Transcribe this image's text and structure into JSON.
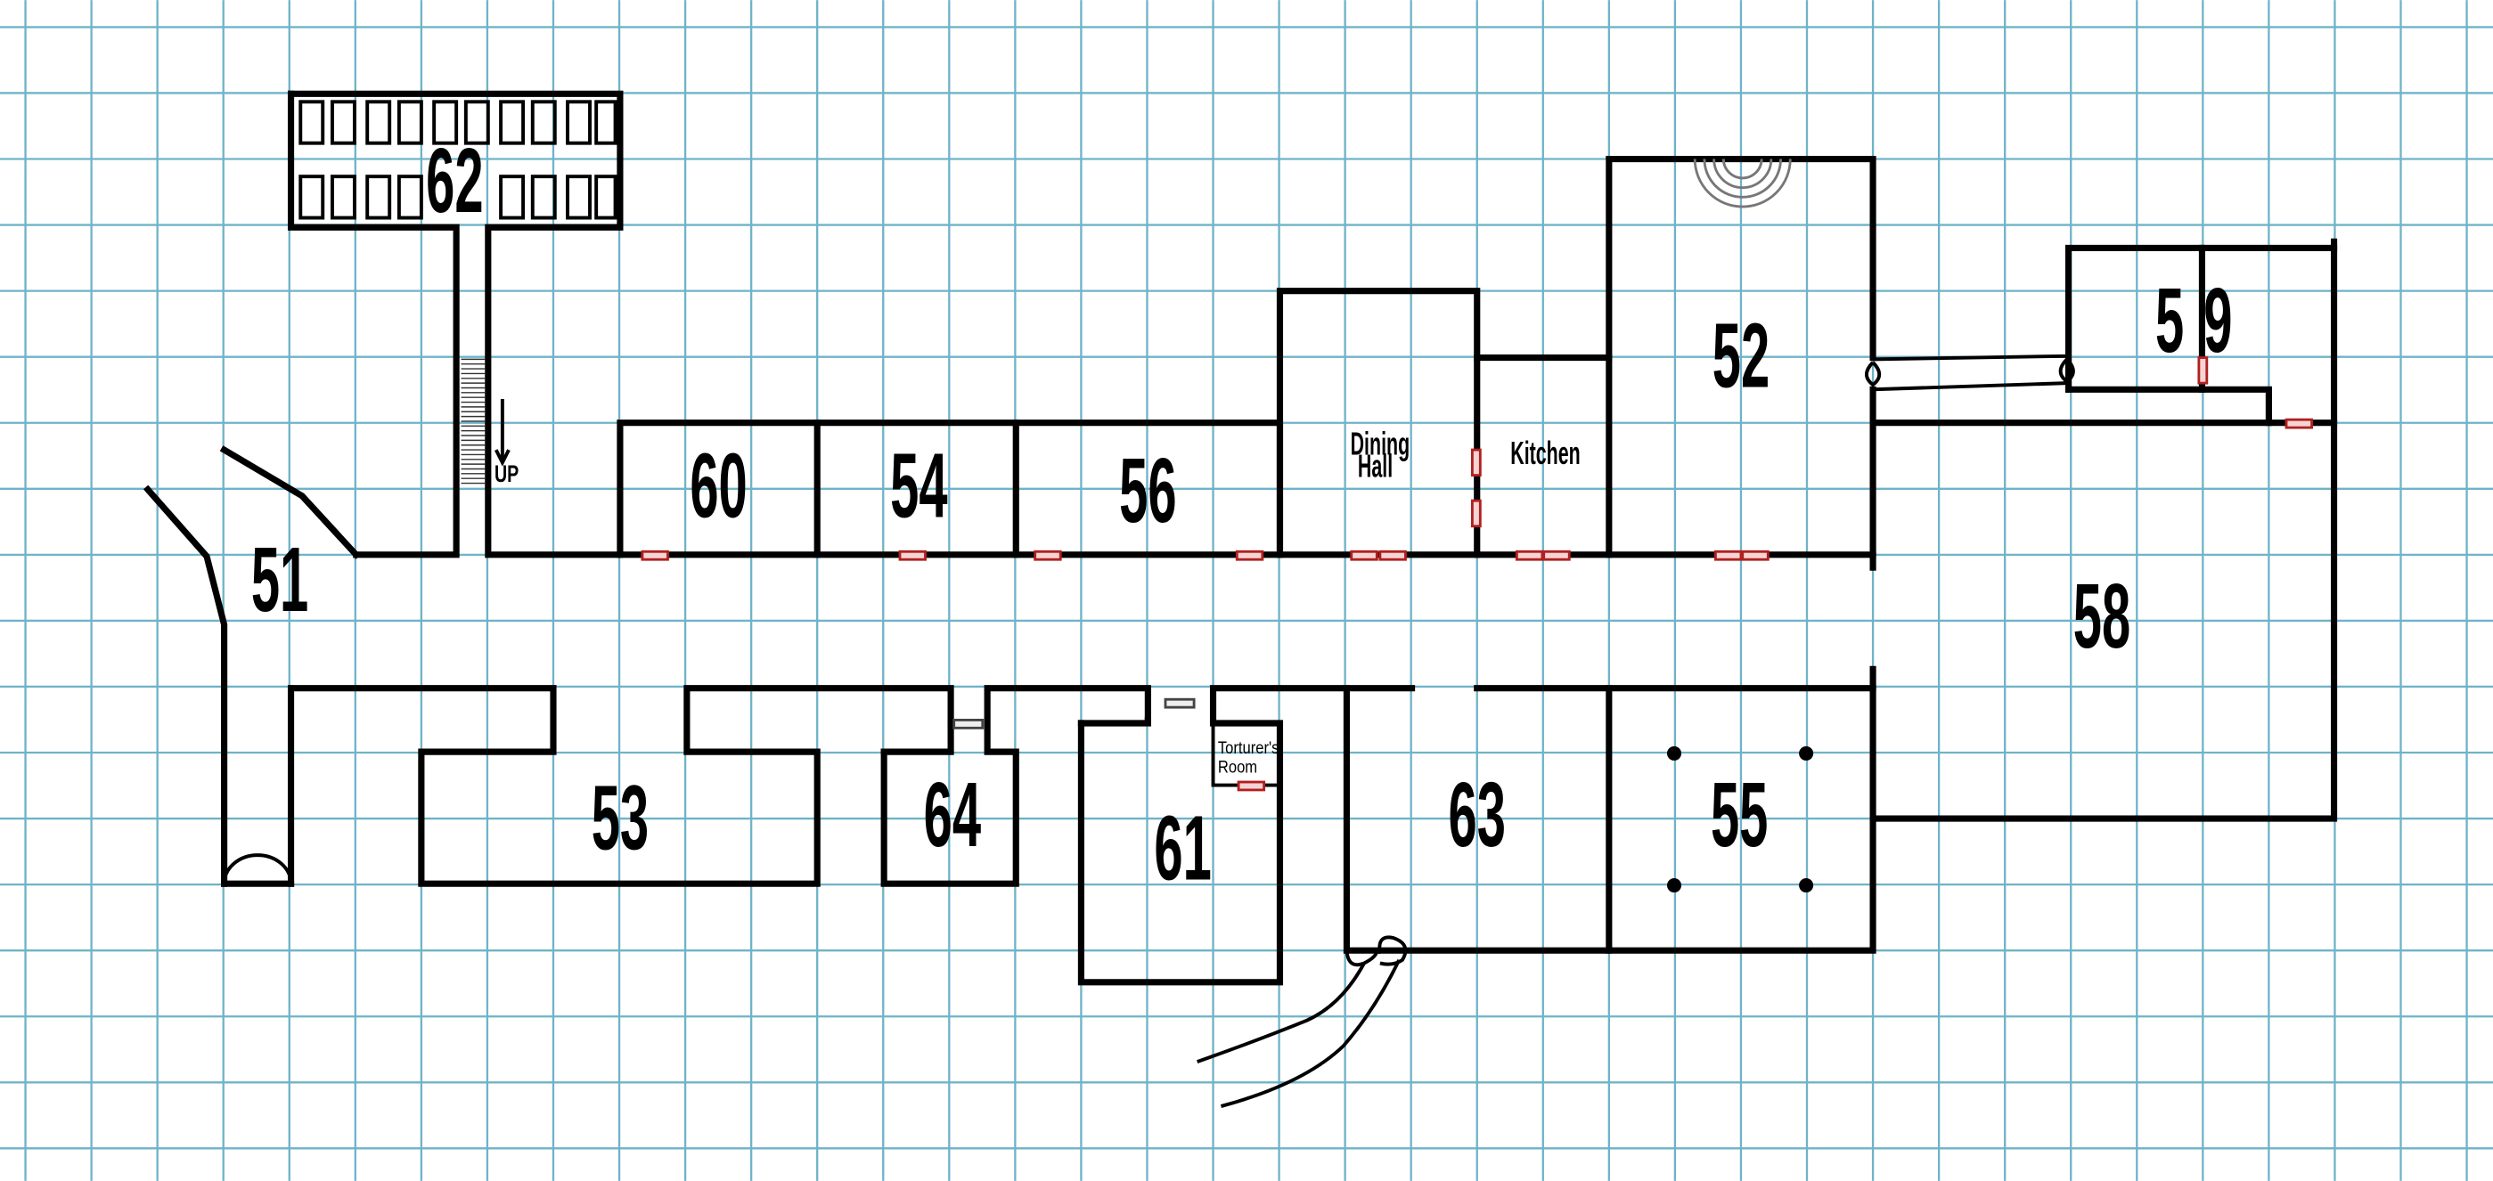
{
  "map": {
    "colors": {
      "grid": "#6fb3c9",
      "walls": "#000000",
      "door_fill": "#f6d4d4",
      "door_stroke": "#b02020"
    },
    "rooms": {
      "r51": "51",
      "r52": "52",
      "r53": "53",
      "r54": "54",
      "r55": "55",
      "r56": "56",
      "r58": "58",
      "r59": "59",
      "r60": "60",
      "r61": "61",
      "r62": "62",
      "r63": "63",
      "r64": "64"
    },
    "labels": {
      "dining_line1": "Dining",
      "dining_line2": "Hall",
      "kitchen": "Kitchen",
      "torturer_line1": "Torturer's",
      "torturer_line2": "Room",
      "stairs": "UP"
    }
  }
}
